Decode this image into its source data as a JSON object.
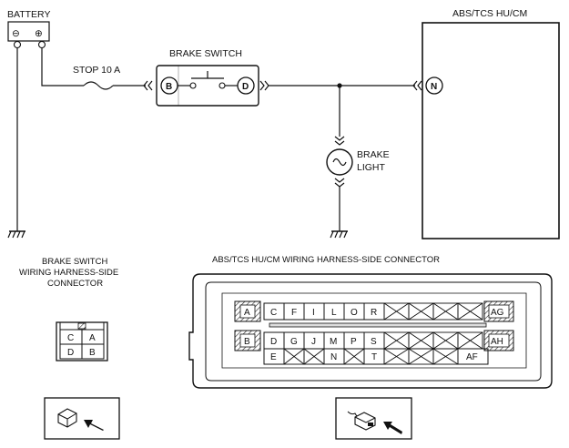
{
  "labels": {
    "battery": "BATTERY",
    "battery_minus": "⊖",
    "battery_plus": "⊕",
    "stop_fuse": "STOP 10 A",
    "brake_switch": "BRAKE SWITCH",
    "switch_term_b": "B",
    "switch_term_d": "D",
    "abs_unit": "ABS/TCS HU/CM",
    "abs_term_n": "N",
    "brake_light_1": "BRAKE",
    "brake_light_2": "LIGHT"
  },
  "brake_switch_connector": {
    "title_lines": [
      "BRAKE SWITCH",
      "WIRING HARNESS-SIDE",
      "CONNECTOR"
    ],
    "pins": [
      "C",
      "A",
      "D",
      "B"
    ]
  },
  "abs_connector": {
    "title": "ABS/TCS HU/CM WIRING HARNESS-SIDE CONNECTOR",
    "row1_left": "A",
    "row1": [
      "C",
      "F",
      "I",
      "L",
      "O",
      "R"
    ],
    "row1_right": "AG",
    "row2_left": "B",
    "row2": [
      "D",
      "G",
      "J",
      "M",
      "P",
      "S"
    ],
    "row2_right": "AH",
    "row3": [
      "E",
      "",
      "",
      "N",
      "",
      "T"
    ],
    "row3_right": "AF"
  },
  "icons": {
    "ground": "ground-symbol-icon",
    "fuse": "fuse-icon",
    "lamp": "lamp-icon",
    "view_arrow": "view-direction-arrow-icon"
  }
}
